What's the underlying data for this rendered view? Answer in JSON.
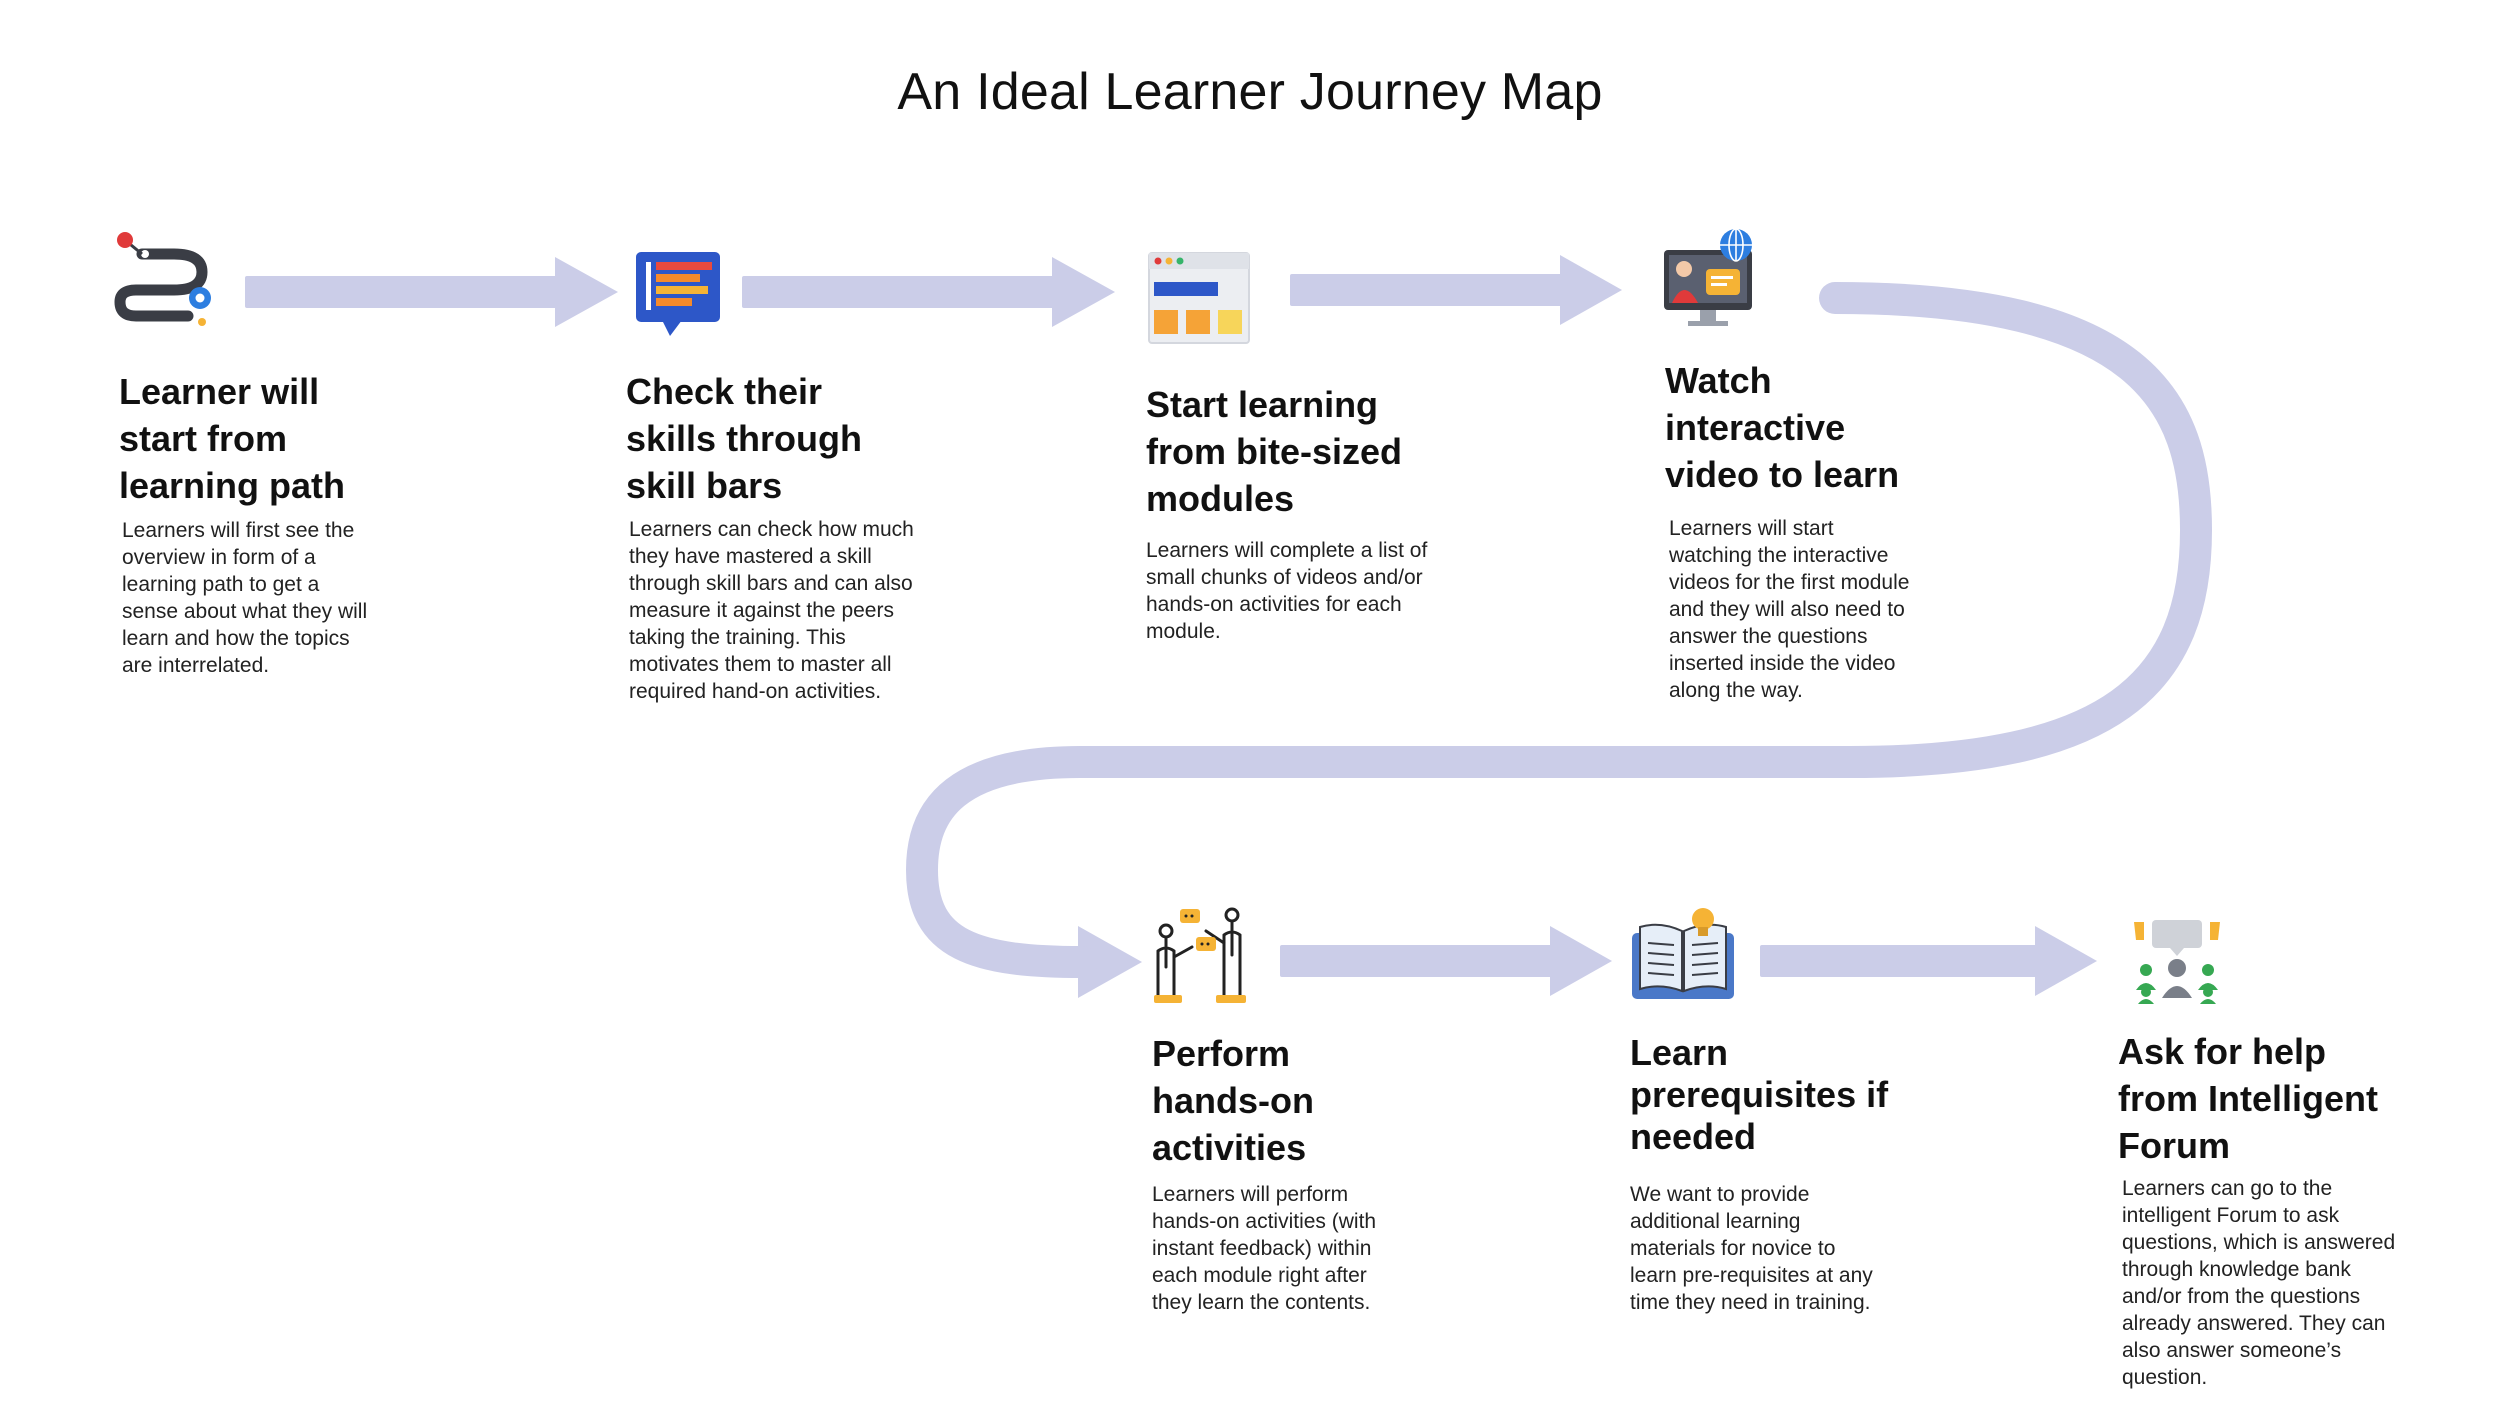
{
  "title": "An Ideal Learner Journey Map",
  "colors": {
    "connector": "#cbcde8",
    "accent_blue": "#2d57c8",
    "accent_yellow": "#f5b335",
    "accent_red": "#e03a3a"
  },
  "steps": [
    {
      "icon": "learning-path-icon",
      "title": "Learner will\nstart from\nlearning path",
      "description": "Learners will first see the\noverview in form of a\nlearning path to get a\nsense about what they will\nlearn and how the topics\nare interrelated."
    },
    {
      "icon": "skill-bars-icon",
      "title": "Check their\nskills through\nskill bars",
      "description": "Learners can check how much\nthey have mastered a skill\nthrough skill bars and can also\nmeasure it against the peers\ntaking the training. This\nmotivates them to master all\nrequired hand-on activities."
    },
    {
      "icon": "modules-window-icon",
      "title": "Start learning\nfrom bite-sized\nmodules",
      "description": "Learners will complete a list of\nsmall chunks of videos and/or\nhands-on activities for each\nmodule."
    },
    {
      "icon": "interactive-video-icon",
      "title": "Watch\ninteractive\nvideo to learn",
      "description": "Learners will start\nwatching the interactive\nvideos for the first module\nand they will also need to\nanswer the questions\ninserted inside the video\nalong the way."
    },
    {
      "icon": "hands-on-activity-icon",
      "title": "Perform\nhands-on\nactivities",
      "description": "Learners will perform\nhands-on activities (with\ninstant feedback) within\neach module right after\nthey learn the contents."
    },
    {
      "icon": "open-book-icon",
      "title": "Learn\nprerequisites if\nneeded",
      "description": "We want to provide\nadditional learning\nmaterials for novice to\nlearn pre-requisites at any\ntime they need in training."
    },
    {
      "icon": "forum-icon",
      "title": "Ask for help\nfrom Intelligent\nForum",
      "description": "Learners can go to the\nintelligent Forum to ask\nquestions, which is answered\nthrough knowledge bank\nand/or from the questions\nalready answered. They can\nalso answer someone’s\nquestion."
    }
  ]
}
